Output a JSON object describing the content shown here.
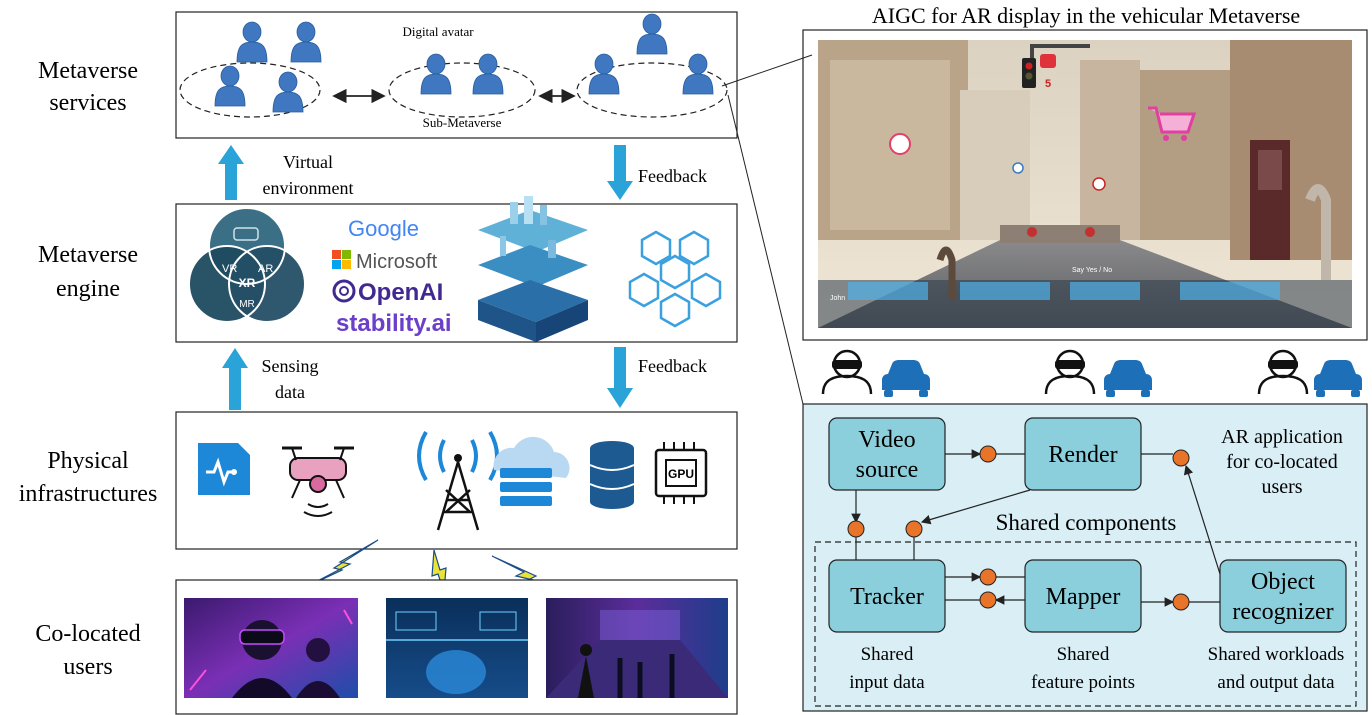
{
  "layers": {
    "services": [
      "Metaverse",
      "services"
    ],
    "engine": [
      "Metaverse",
      "engine"
    ],
    "infrastructure": [
      "Physical",
      "infrastructures"
    ],
    "users": [
      "Co-located",
      "users"
    ]
  },
  "services_box": {
    "avatar_label": "Digital avatar",
    "sub_label": "Sub-Metaverse"
  },
  "arrows": {
    "virtual_env": [
      "Virtual",
      "environment"
    ],
    "feedback_top": "Feedback",
    "sensing": [
      "Sensing",
      "data"
    ],
    "feedback_bottom": "Feedback"
  },
  "engine_box": {
    "venn": {
      "top": "",
      "left": "VR",
      "right": "AR",
      "center": "XR",
      "bottom": "MR"
    },
    "companies": [
      "Google",
      "Microsoft",
      "OpenAI",
      "stability.ai"
    ]
  },
  "infra_box": {
    "gpu_chip_label": "GPU"
  },
  "ar_panel": {
    "title": "AIGC for AR display in the vehicular Metaverse",
    "signal_number": "5",
    "hud_left": "John",
    "hud_mid": "Say Yes / No"
  },
  "ar_diagram": {
    "nodes": {
      "video": [
        "Video",
        "source"
      ],
      "render": "Render",
      "tracker": "Tracker",
      "mapper": "Mapper",
      "object": [
        "Object",
        "recognizer"
      ]
    },
    "app_label": [
      "AR application",
      "for co-located",
      "users"
    ],
    "shared_components": "Shared components",
    "shared_labels": {
      "input": [
        "Shared",
        "input data"
      ],
      "feature": [
        "Shared",
        "feature points"
      ],
      "workloads": [
        "Shared workloads",
        "and output data"
      ]
    }
  },
  "colors": {
    "arrow_blue": "#2aa3d8",
    "node_fill": "#8ccfdc",
    "panel_fill": "#d9eef5",
    "dot_orange": "#e8742a",
    "avatar_blue": "#3f78c0",
    "car_blue": "#1d6fb8"
  }
}
